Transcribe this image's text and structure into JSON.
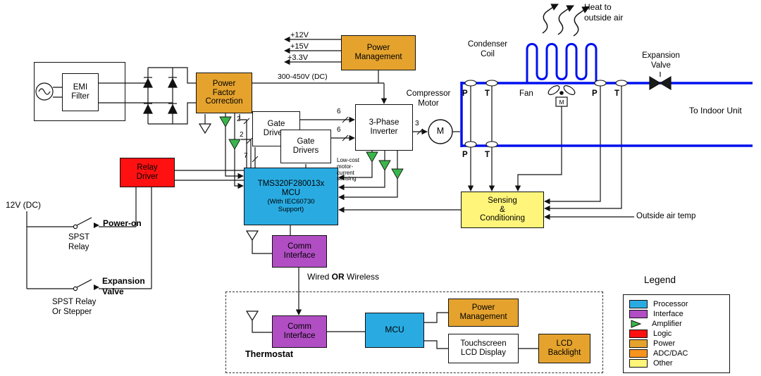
{
  "colors": {
    "processor": "#29ABE2",
    "interface": "#B14EC4",
    "amplifier": "#39B54A",
    "logic": "#FF1111",
    "power": "#E5A32E",
    "adcdac": "#F7941D",
    "other": "#FFF57A",
    "pipe": "#0010EE"
  },
  "blocks": {
    "emi": "EMI\nFilter",
    "pfc": "Power\nFactor\nCorrection",
    "power_mgmt": "Power\nManagement",
    "gate_a": "Gate\nDrivers",
    "gate_b": "Gate\nDrivers",
    "inverter": "3-Phase\nInverter",
    "mcu_title": "TMS320F280013x\nMCU",
    "mcu_sub": "(With IEC60730\nSupport)",
    "relay_driver": "Relay\nDriver",
    "comm": "Comm\nInterface",
    "comm2": "Comm\nInterface",
    "sensing": "Sensing\n&\nConditioning",
    "mcu2": "MCU",
    "power_mgmt2": "Power\nManagement",
    "touchscreen": "Touchscreen\nLCD Display",
    "backlight": "LCD\nBacklight"
  },
  "labels": {
    "v12": "+12V",
    "v15": "+15V",
    "v33": "+3.3V",
    "bus": "300-450V  (DC)",
    "compressor": "Compressor\nMotor",
    "motor_m": "M",
    "fan_m": "M",
    "low_cost": "Low-cost\nmotor-\ncurrent\nsensing",
    "dc12": "12V (DC)",
    "power_on": "Power-on",
    "spst": "SPST\nRelay",
    "exp_valve_sw": "Expansion\nValve",
    "spst2": "SPST Relay\nOr Stepper",
    "wired_a": "Wired ",
    "wired_b": "OR",
    "wired_c": " Wireless",
    "thermostat": "Thermostat",
    "condenser": "Condenser\nCoil",
    "heat": "Heat to\noutside air",
    "fan": "Fan",
    "exp_valve": "Expansion\nValve",
    "indoor": "To Indoor Unit",
    "outside": "Outside air temp",
    "p": "P",
    "t": "T",
    "n6": "6",
    "n2": "2",
    "n7": "7",
    "n3": "3"
  },
  "legend": {
    "title": "Legend",
    "items": [
      {
        "label": "Processor",
        "color": "#29ABE2"
      },
      {
        "label": "Interface",
        "color": "#B14EC4"
      },
      {
        "label": "Amplifier",
        "color": "#39B54A"
      },
      {
        "label": "Logic",
        "color": "#FF1111"
      },
      {
        "label": "Power",
        "color": "#E5A32E"
      },
      {
        "label": "ADC/DAC",
        "color": "#F7941D"
      },
      {
        "label": "Other",
        "color": "#FFF57A"
      }
    ]
  }
}
